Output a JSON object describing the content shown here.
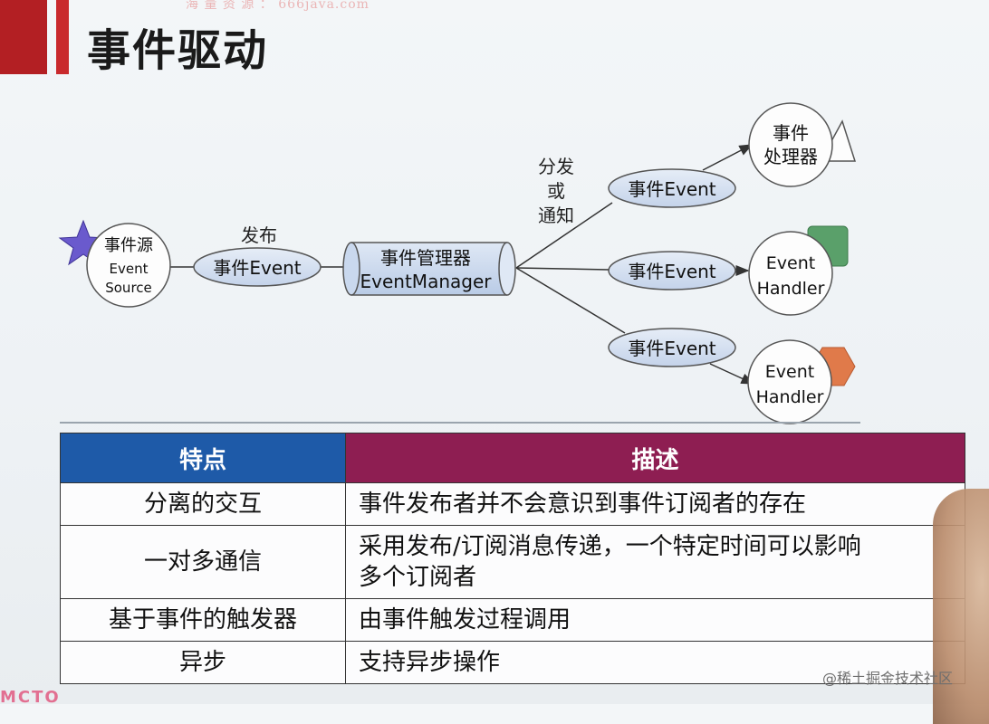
{
  "header": {
    "watermark": "海 量 资 源 ： 666java.com",
    "title": "事件驱动"
  },
  "diagram": {
    "source": {
      "line1": "事件源",
      "line2": "Event",
      "line3": "Source"
    },
    "publish_label": "发布",
    "event_labels": [
      "事件Event",
      "事件Event",
      "事件Event",
      "事件Event"
    ],
    "manager": {
      "line1": "事件管理器",
      "line2": "EventManager"
    },
    "dispatch_label": [
      "分发",
      "或",
      "通知"
    ],
    "handlers": [
      {
        "line1": "事件",
        "line2": "处理器"
      },
      {
        "line1": "Event",
        "line2": "Handler"
      },
      {
        "line1": "Event",
        "line2": "Handler"
      }
    ],
    "colors": {
      "star": "#6a5acd",
      "ellipse_fill": "#d6e0f0",
      "cylinder_fill": "#c9d8ee",
      "green_square": "#5aa06a",
      "orange_hexagon": "#e07a4a",
      "triangle_outline": "#555555"
    }
  },
  "table": {
    "headers": [
      "特点",
      "描述"
    ],
    "rows": [
      {
        "feature": "分离的交互",
        "desc_line1": "事件发布者并不会意识到事件订阅者的存在",
        "desc_line2": ""
      },
      {
        "feature": "一对多通信",
        "desc_line1": "采用发布/订阅消息传递，一个特定时间可以影响",
        "desc_line2": "多个订阅者"
      },
      {
        "feature": "基于事件的触发器",
        "desc_line1": "由事件触发过程调用",
        "desc_line2": ""
      },
      {
        "feature": "异步",
        "desc_line1": "支持异步操作",
        "desc_line2": ""
      }
    ],
    "header_colors": [
      "#1e5aa8",
      "#8e1e52"
    ]
  },
  "footer": {
    "watermark": "@稀土掘金技术社区",
    "logo_text": "MCTO"
  }
}
